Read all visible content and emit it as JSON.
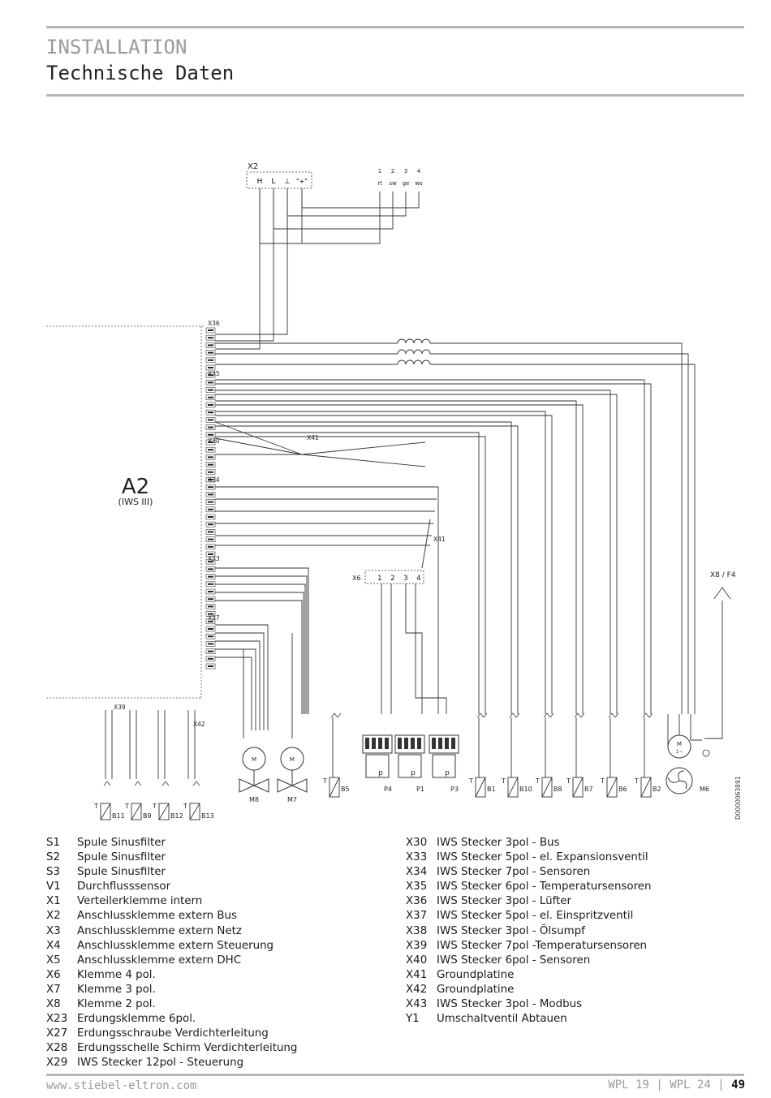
{
  "header": {
    "section": "INSTALLATION",
    "title": "Technische Daten"
  },
  "diagram": {
    "module_label": "A2",
    "module_sublabel": "(IWS III)",
    "doc_number": "D0000063891",
    "terminal_x2": {
      "name": "X2",
      "pins": [
        "H",
        "L",
        "⊥",
        "\"+\""
      ]
    },
    "cable_numbers": [
      "1",
      "2",
      "3",
      "4"
    ],
    "cable_colors": [
      "rt",
      "sw",
      "ge",
      "ws"
    ],
    "connectors": [
      "X36",
      "X35",
      "X30",
      "X34",
      "X33",
      "X37",
      "X39",
      "X42",
      "X41",
      "X41"
    ],
    "x6": {
      "name": "X6",
      "pins": [
        "1",
        "2",
        "3",
        "4"
      ]
    },
    "power_label": "X8 / F4",
    "sensors_left": [
      "B11",
      "B9",
      "B12",
      "B13"
    ],
    "valves": [
      "M8",
      "M7"
    ],
    "sensors_right": [
      "B5",
      "B1",
      "B10",
      "B8",
      "B7",
      "B6",
      "B2"
    ],
    "pressure_sensors": [
      "P4",
      "P1",
      "P3"
    ],
    "fan": {
      "name": "M6",
      "motor": "M",
      "phase": "1~"
    },
    "sensor_marker": "T",
    "pressure_marker": "p",
    "motor_marker": "M"
  },
  "legend": {
    "left": [
      {
        "code": "S1",
        "text": "Spule Sinusfilter"
      },
      {
        "code": "S2",
        "text": "Spule Sinusfilter"
      },
      {
        "code": "S3",
        "text": "Spule Sinusfilter"
      },
      {
        "code": "V1",
        "text": "Durchflusssensor"
      },
      {
        "code": "X1",
        "text": "Verteilerklemme intern"
      },
      {
        "code": "X2",
        "text": "Anschlussklemme extern Bus"
      },
      {
        "code": "X3",
        "text": "Anschlussklemme extern Netz"
      },
      {
        "code": "X4",
        "text": "Anschlussklemme extern Steuerung"
      },
      {
        "code": "X5",
        "text": "Anschlussklemme extern DHC"
      },
      {
        "code": "X6",
        "text": "Klemme 4 pol."
      },
      {
        "code": "X7",
        "text": "Klemme 3 pol."
      },
      {
        "code": "X8",
        "text": "Klemme 2 pol."
      },
      {
        "code": "X23",
        "text": "Erdungsklemme 6pol."
      },
      {
        "code": "X27",
        "text": "Erdungsschraube Verdichterleitung"
      },
      {
        "code": "X28",
        "text": "Erdungsschelle Schirm Verdichterleitung"
      },
      {
        "code": "X29",
        "text": "IWS Stecker 12pol - Steuerung"
      }
    ],
    "right": [
      {
        "code": "X30",
        "text": "IWS Stecker 3pol - Bus"
      },
      {
        "code": "X33",
        "text": "IWS Stecker 5pol - el. Expansionsventil"
      },
      {
        "code": "X34",
        "text": "IWS Stecker 7pol - Sensoren"
      },
      {
        "code": "X35",
        "text": "IWS Stecker 6pol - Temperatursensoren"
      },
      {
        "code": "X36",
        "text": "IWS Stecker 3pol - Lüfter"
      },
      {
        "code": "X37",
        "text": "IWS Stecker 5pol - el. Einspritzventil"
      },
      {
        "code": "X38",
        "text": "IWS Stecker 3pol - Ölsumpf"
      },
      {
        "code": "X39",
        "text": "IWS Stecker 7pol -Temperatursensoren"
      },
      {
        "code": "X40",
        "text": "IWS Stecker 6pol - Sensoren"
      },
      {
        "code": "X41",
        "text": "Groundplatine"
      },
      {
        "code": "X42",
        "text": "Groundplatine"
      },
      {
        "code": "X43",
        "text": "IWS Stecker 3pol - Modbus"
      },
      {
        "code": "Y1",
        "text": "Umschaltventil Abtauen"
      }
    ]
  },
  "footer": {
    "url": "www.stiebel-eltron.com",
    "model1": "WPL 19",
    "separator": "|",
    "model2": "WPL 24",
    "page": "49"
  }
}
